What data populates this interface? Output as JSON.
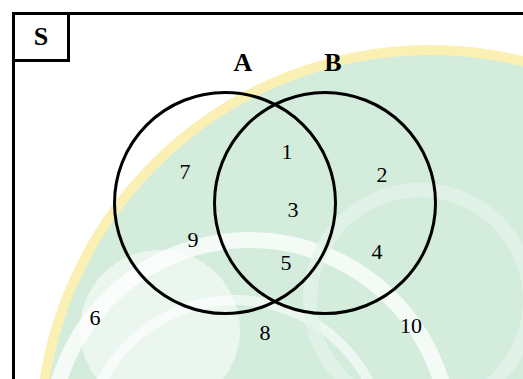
{
  "diagram": {
    "nodes": [
      {
        "text": [
          "S"
        ]
      },
      {
        "text": [
          "A"
        ],
        "in": 0
      },
      {
        "text": [
          "B"
        ],
        "in": 0
      }
    ],
    "labels": [
      "1",
      "7",
      "2",
      "3",
      "9",
      "4",
      "5",
      "6",
      "10",
      "8"
    ]
  }
}
